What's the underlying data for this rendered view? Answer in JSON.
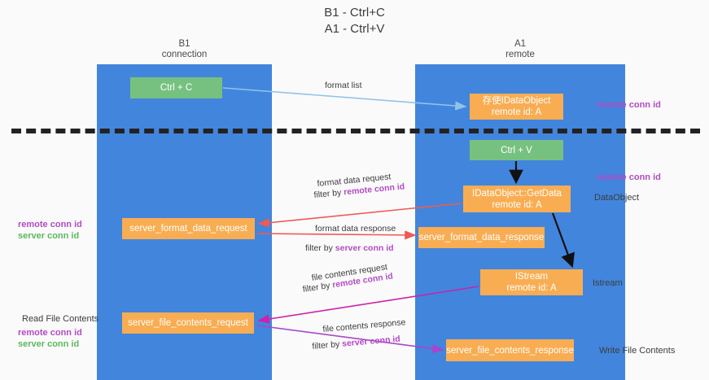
{
  "title": {
    "line1": "B1 - Ctrl+C",
    "line2": "A1 - Ctrl+V"
  },
  "columns": [
    {
      "id": "b1",
      "name": "B1",
      "role": "connection",
      "color": "#4285dd"
    },
    {
      "id": "a1",
      "name": "A1",
      "role": "remote",
      "color": "#4285dd"
    }
  ],
  "boxes": {
    "ctrl_c": "Ctrl + C",
    "ctrl_v": "Ctrl + V",
    "data_object_title": "存使IDataObject",
    "data_object_sub": "remote id: A",
    "get_data_title": "IDataObject::GetData",
    "get_data_sub": "remote id: A",
    "server_format_data_request": "server_format_data_request",
    "server_format_data_response": "server_format_data_response",
    "istream_title": "IStream",
    "istream_sub": "remote id: A",
    "server_file_contents_request": "server_file_contents_request",
    "server_file_contents_response": "server_file_contents_response"
  },
  "arrow_labels": {
    "format_list": "format list",
    "format_data_request": "format data request",
    "format_data_request_filter_prefix": "filter by ",
    "format_data_request_filter_key": "remote conn id",
    "format_data_response": "format data response",
    "format_data_response_filter_prefix": "filter by ",
    "format_data_response_filter_key": "server conn id",
    "file_contents_request": "file contents request",
    "file_contents_request_filter_prefix": "filter by ",
    "file_contents_request_filter_key": "remote conn id",
    "file_contents_response": "file contents response",
    "file_contents_response_filter_prefix": "filter by ",
    "file_contents_response_filter_key": "server conn id"
  },
  "annotations": {
    "right_remote_conn_id_top": "remote conn id",
    "right_remote_conn_id_mid": "remote conn id",
    "right_dataobject": "DataObject",
    "right_istream": "Istream",
    "right_write_file_contents": "Write File Contents",
    "left_remote_conn_id_1": "remote conn id",
    "left_server_conn_id_1": "server conn id",
    "left_read_file_contents": "Read File Contents",
    "left_remote_conn_id_2": "remote conn id",
    "left_server_conn_id_2": "server conn id"
  },
  "colors": {
    "lane": "#4285dd",
    "green_box": "#77c180",
    "orange_box": "#f9ad52",
    "purple_text": "#b24bc4",
    "green_text": "#5cb85c",
    "arrow_blue": "#8fc3e8",
    "arrow_red": "#ef5a52",
    "arrow_black": "#111111",
    "arrow_magenta": "#cc22aa",
    "arrow_purple": "#aa44cc",
    "divider": "#222222",
    "background": "#fafafa"
  }
}
